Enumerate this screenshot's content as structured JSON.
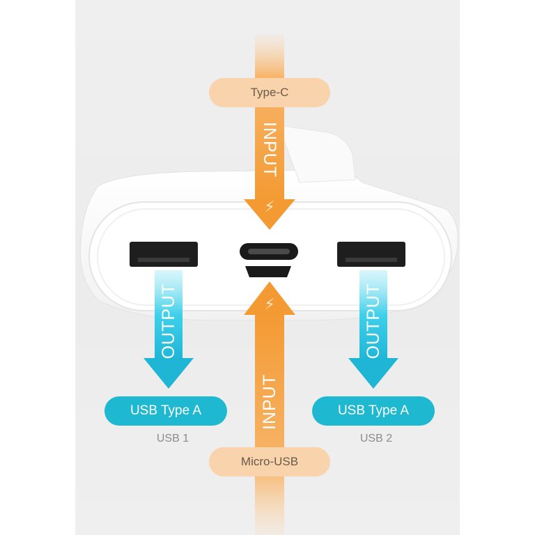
{
  "labels": {
    "top_connector": "Type-C",
    "bottom_connector": "Micro-USB",
    "left_connector": "USB Type A",
    "right_connector": "USB Type A",
    "left_port_caption": "USB 1",
    "right_port_caption": "USB 2",
    "input_top": "INPUT",
    "input_bottom": "INPUT",
    "output_left": "OUTPUT",
    "output_right": "OUTPUT"
  },
  "icons": {
    "bolt": "⚡"
  },
  "colors": {
    "input_orange": "#f6a54a",
    "output_teal": "#26c3e0",
    "pill_orange": "#f8d3ab",
    "pill_teal": "#1eb8d0"
  }
}
